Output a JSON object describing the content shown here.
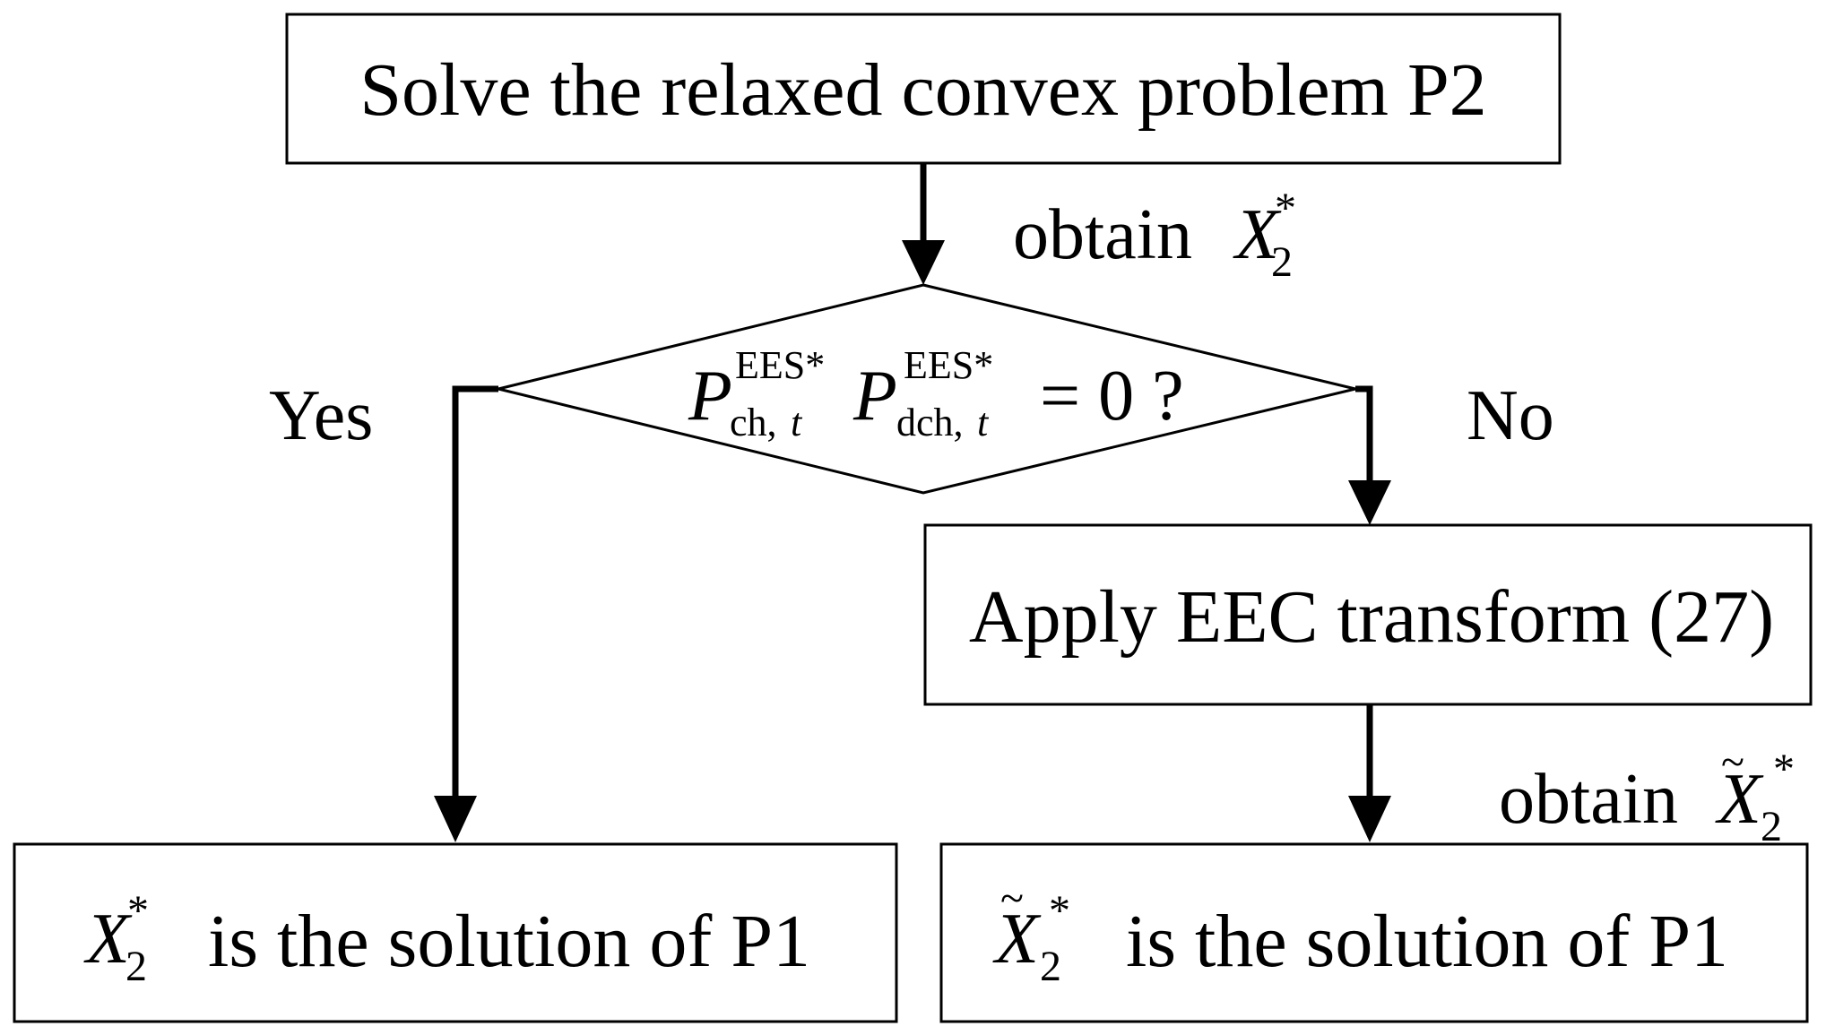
{
  "nodes": {
    "start": {
      "text": "Solve the relaxed convex problem P2"
    },
    "decision": {
      "p": "P",
      "sup1": "EES*",
      "sub1": "ch,",
      "sub1_t": "t",
      "sup2": "EES*",
      "sub2": "dch,",
      "sub2_t": "t",
      "tail": "= 0 ?"
    },
    "transform": {
      "text": "Apply EEC transform (27)"
    },
    "yes_result": {
      "var": "X",
      "sub": "2",
      "sup": "*",
      "text": "is the solution of P1"
    },
    "no_result": {
      "var": "X",
      "tilde": "~",
      "sub": "2",
      "sup": "*",
      "text": "is the solution of P1"
    }
  },
  "edges": {
    "obtain_top": {
      "word": "obtain",
      "var": "X",
      "sub": "2",
      "sup": "*"
    },
    "yes": {
      "label": "Yes"
    },
    "no": {
      "label": "No"
    },
    "obtain_bottom": {
      "word": "obtain",
      "var": "X",
      "tilde": "~",
      "sub": "2",
      "sup": "*"
    }
  }
}
